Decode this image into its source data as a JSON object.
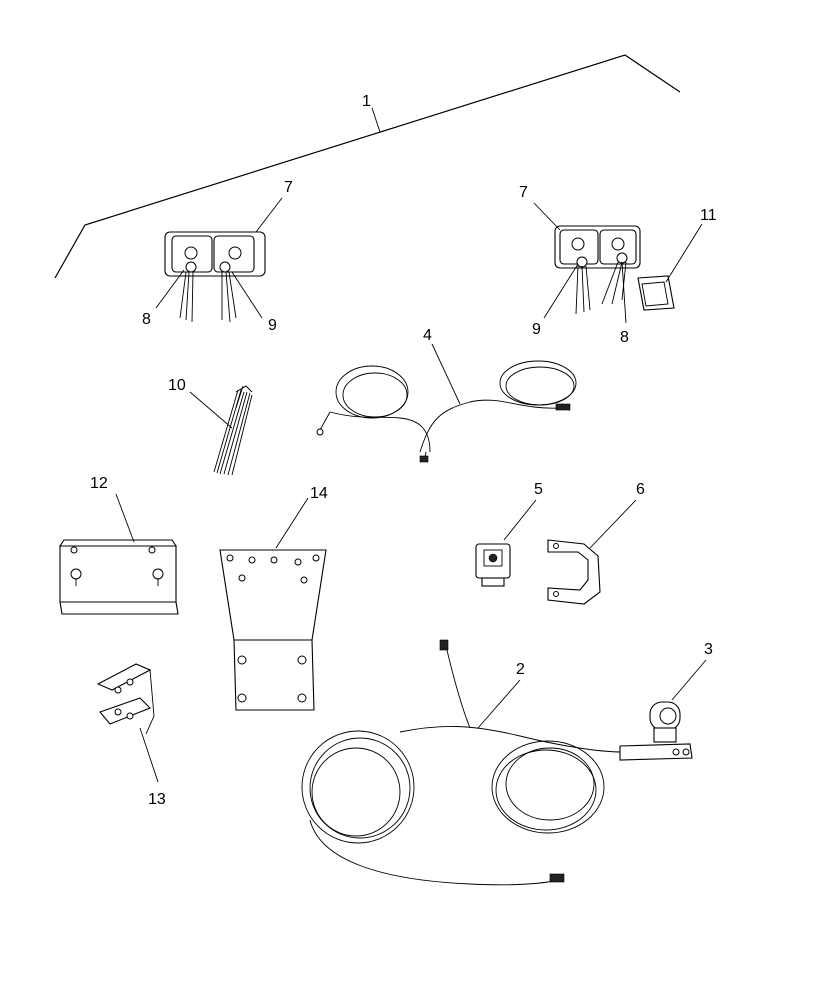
{
  "callouts": {
    "c1": "1",
    "c2": "2",
    "c3": "3",
    "c4": "4",
    "c5": "5",
    "c6": "6",
    "c7a": "7",
    "c7b": "7",
    "c8a": "8",
    "c8b": "8",
    "c9a": "9",
    "c9b": "9",
    "c10": "10",
    "c11": "11",
    "c12": "12",
    "c13": "13",
    "c14": "14"
  }
}
